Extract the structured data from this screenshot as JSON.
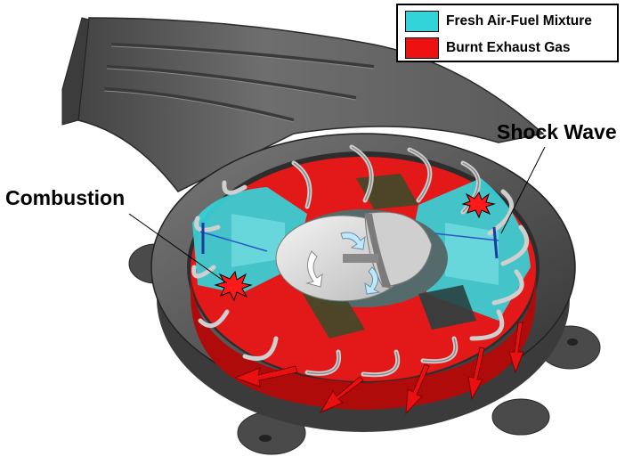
{
  "legend": {
    "items": [
      {
        "label": "Fresh Air-Fuel Mixture",
        "color": "#33d4d9"
      },
      {
        "label": "Burnt Exhaust Gas",
        "color": "#ee1111"
      }
    ]
  },
  "callouts": {
    "combustion": "Combustion",
    "shock_wave": "Shock Wave"
  },
  "colors": {
    "housing": "#5b5b5b",
    "housing_dark": "#3a3a3a",
    "blade": "#c8c8c8",
    "arrow": "#e81010"
  }
}
